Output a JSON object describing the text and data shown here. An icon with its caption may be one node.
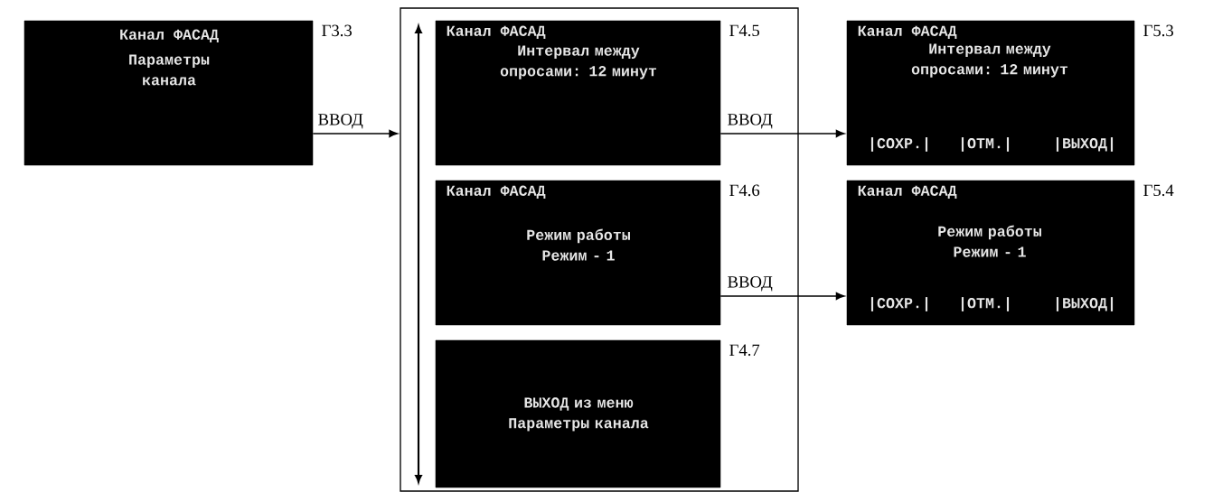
{
  "diagram": {
    "nodes": [
      {
        "text": [
          "Канал ФАСАД",
          "Параметры канала"
        ],
        "beside": [
          "Г3.3"
        ]
      },
      {
        "text": [],
        "shape": "box"
      },
      {
        "text": [
          "Канал ФАСАД",
          "Интервал между опросами: 12 минут"
        ],
        "beside": [
          "Г4.5"
        ],
        "in": 1
      },
      {
        "text": [
          "Канал ФАСАД",
          "Режим работы Режим - 1"
        ],
        "beside": [
          "Г4.6"
        ],
        "in": 1
      },
      {
        "text": [
          "ВЫХОД из меню Параметры канала"
        ],
        "beside": [
          "Г4.7"
        ],
        "in": 1
      },
      {
        "text": [
          "Канал ФАСАД",
          "Интервал между опросами: 12 минут",
          "|СОХР.|",
          "|ОТМ.|",
          "|ВЫХОД|"
        ],
        "beside": [
          "Г5.3"
        ]
      },
      {
        "text": [
          "Канал ФАСАД",
          "Режим работы Режим - 1",
          "|СОХР.|",
          "|ОТМ.|",
          "|ВЫХОД|"
        ],
        "beside": [
          "Г5.4"
        ]
      }
    ],
    "edges": [
      {
        "from": 0,
        "to": 1,
        "arrow": "to",
        "label": "ВВОД"
      },
      {
        "from": 2,
        "to": 5,
        "arrow": "to",
        "label": "ВВОД"
      },
      {
        "from": 3,
        "to": 6,
        "arrow": "to",
        "label": "ВВОД"
      }
    ]
  }
}
